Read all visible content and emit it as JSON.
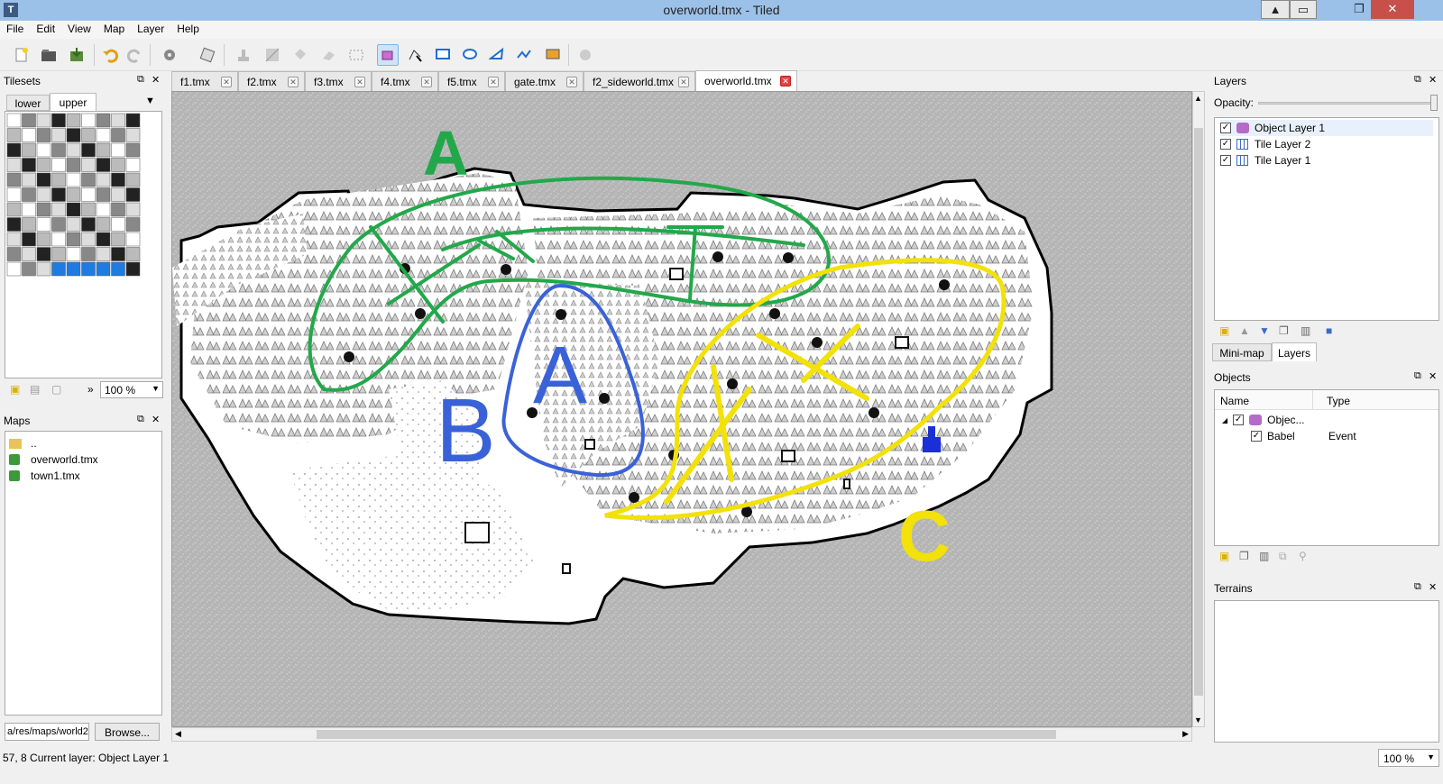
{
  "window": {
    "title": "overworld.tmx - Tiled"
  },
  "menu": [
    "File",
    "Edit",
    "View",
    "Map",
    "Layer",
    "Help"
  ],
  "tabs": [
    "f1.tmx",
    "f2.tmx",
    "f3.tmx",
    "f4.tmx",
    "f5.tmx",
    "gate.tmx",
    "f2_sideworld.tmx",
    "overworld.tmx"
  ],
  "tilesets": {
    "title": "Tilesets",
    "tabs": [
      "lower",
      "upper"
    ],
    "zoom": "100 %"
  },
  "maps": {
    "title": "Maps",
    "files": [
      "..",
      "overworld.tmx",
      "town1.tmx"
    ],
    "path": "a/res/maps/world2",
    "browse": "Browse..."
  },
  "layers": {
    "title": "Layers",
    "opacity_label": "Opacity:",
    "items": [
      "Object Layer 1",
      "Tile Layer 2",
      "Tile Layer 1"
    ],
    "tabs": [
      "Mini-map",
      "Layers"
    ]
  },
  "objects": {
    "title": "Objects",
    "col_name": "Name",
    "col_type": "Type",
    "group": "Objec...",
    "item_name": "Babel",
    "item_type": "Event"
  },
  "terrains": {
    "title": "Terrains"
  },
  "annotations": {
    "a1": "A",
    "b": "B",
    "a2": "A",
    "c": "C"
  },
  "status": {
    "text": "57, 8  Current layer: Object Layer 1",
    "zoom": "100 %"
  },
  "colors": {
    "green": "#22a84a",
    "blue": "#3a62d8",
    "yellow": "#f2e10a",
    "water": "#b9b9b9",
    "land": "#ffffff"
  }
}
